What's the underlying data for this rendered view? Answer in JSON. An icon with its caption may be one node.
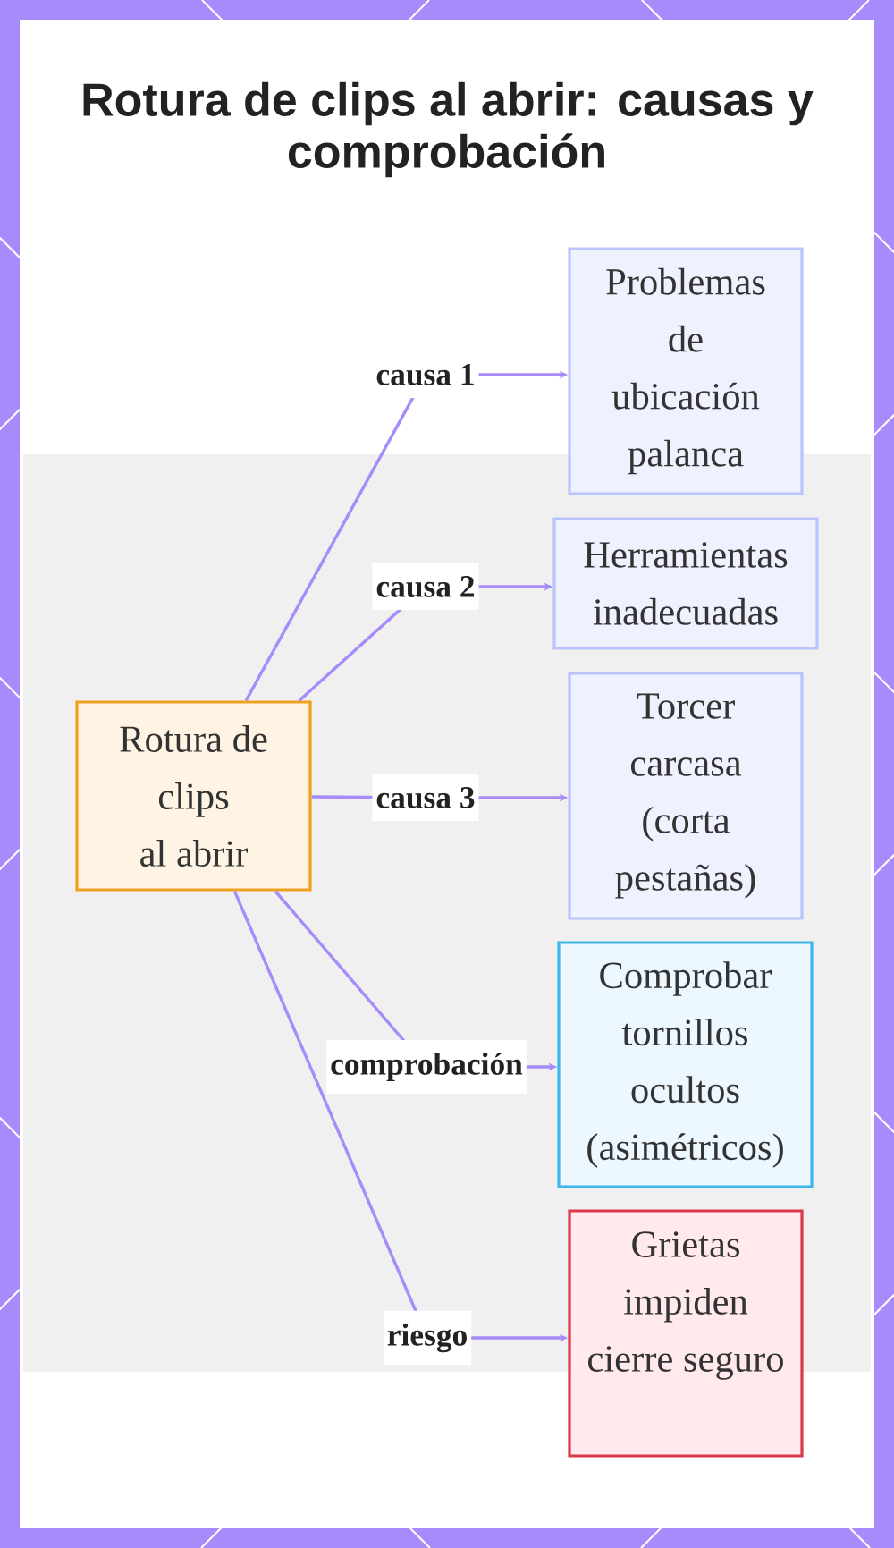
{
  "diagram": {
    "title": "Rotura de clips al abrir: causas y comprobación",
    "nodes": [
      {
        "text": [
          "Rotura de clips al abrir"
        ]
      },
      {
        "text": [
          "Problemas de ubicación palanca"
        ]
      },
      {
        "text": [
          "Herramientas inadecuadas"
        ]
      },
      {
        "text": [
          "Torcer carcasa (corta pestañas)"
        ]
      },
      {
        "text": [
          "Comprobar tornillos ocultos (asimétricos)"
        ]
      },
      {
        "text": [
          "Grietas impiden cierre seguro"
        ]
      }
    ],
    "edges": [
      {
        "from": 0,
        "to": 1,
        "arrow": "to",
        "label": "causa 1"
      },
      {
        "from": 0,
        "to": 2,
        "arrow": "to",
        "label": "causa 2"
      },
      {
        "from": 0,
        "to": 3,
        "arrow": "to",
        "label": "causa 3"
      },
      {
        "from": 0,
        "to": 4,
        "arrow": "to",
        "label": "comprobación"
      },
      {
        "from": 0,
        "to": 5,
        "arrow": "to",
        "label": "riesgo"
      }
    ]
  }
}
